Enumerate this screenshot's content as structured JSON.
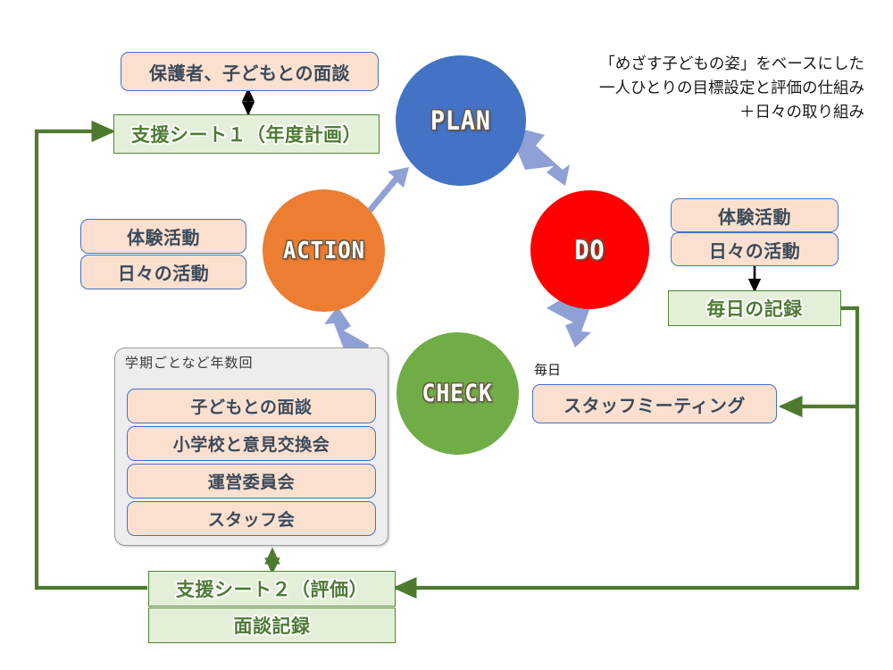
{
  "caption": {
    "line1": "「めざす子どもの姿」をベースにした",
    "line2": "一人ひとりの目標設定と評価の仕組み",
    "line3": "＋日々の取り組み"
  },
  "cycle": {
    "plan": {
      "label": "PLAN",
      "color": "#4472C4"
    },
    "do": {
      "label": "DO",
      "color": "#FF0000"
    },
    "check": {
      "label": "CHECK",
      "color": "#70AD47"
    },
    "action": {
      "label": "ACTION",
      "color": "#ED7D31"
    },
    "arrow_color": "#8FA0D4"
  },
  "plan_group": {
    "interview": "保護者、子どもとの面談",
    "sheet1": "支援シート１（年度計画）"
  },
  "action_group": {
    "experience": "体験活動",
    "daily": "日々の活動"
  },
  "do_group": {
    "experience": "体験活動",
    "daily": "日々の活動",
    "record": "毎日の記録"
  },
  "check_group": {
    "frame_label": "学期ごとなど年数回",
    "items": [
      "子どもとの面談",
      "小学校と意見交換会",
      "運営委員会",
      "スタッフ会"
    ],
    "daily_label": "毎日",
    "staff_meeting": "スタッフミーティング"
  },
  "bottom": {
    "sheet2": "支援シート２（評価）",
    "interview_record": "面談記録"
  },
  "colors": {
    "peach_fill": "#FBE0D0",
    "peach_border": "#4472C4",
    "green_fill": "#E3EFD9",
    "green_border": "#548235",
    "flow_line": "#4E7A2F",
    "group_fill": "#EDEDED",
    "group_border": "#9B9B9B"
  }
}
